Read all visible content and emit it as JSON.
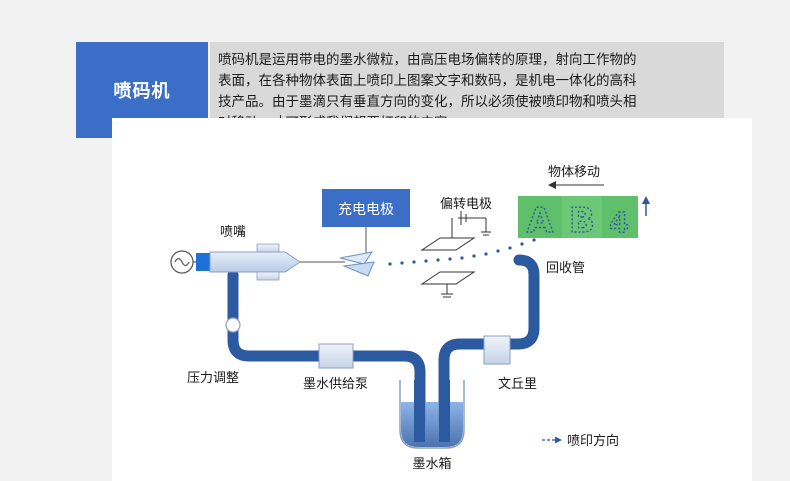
{
  "header": {
    "title": "喷码机",
    "description_lines": [
      "喷码机是运用带电的墨水微粒，由高压电场偏转的原理，射向工作物的",
      "表面，在各种物体表面上喷印上图案文字和数码，是机电一体化的高科",
      "技产品。由于墨滴只有垂直方向的变化，所以必须使被喷印物和喷头相",
      "对移动，才可形成我们想要打印的内容。"
    ]
  },
  "diagram": {
    "labels": {
      "charge_electrode": "充电电极",
      "deflection_electrode": "偏转电极",
      "object_movement": "物体移动",
      "nozzle": "喷嘴",
      "recovery_tube": "回收管",
      "pressure_regulator": "压力调整",
      "ink_pump": "墨水供给泵",
      "venturi": "文丘里",
      "ink_tank": "墨水箱",
      "print_direction": "喷印方向"
    },
    "printed_chars": [
      "A",
      "B",
      "4"
    ],
    "colors": {
      "pipe": "#2c5aa0",
      "charge_box": "#3a6ec7",
      "panel": "#5fbf6a",
      "fluid": "#4a7fd0"
    }
  }
}
